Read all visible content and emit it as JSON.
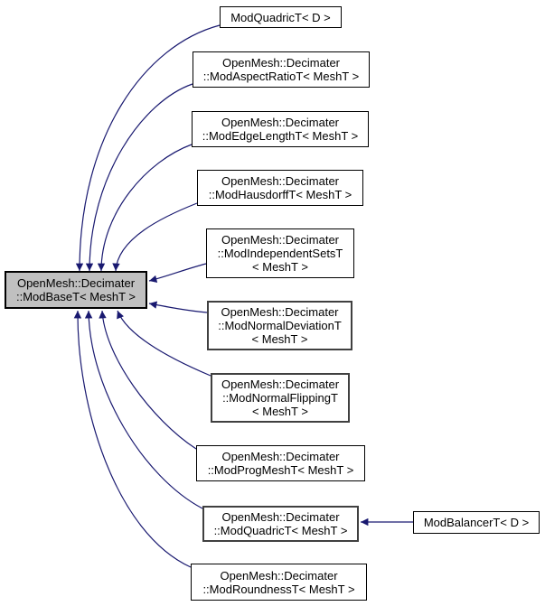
{
  "diagram": {
    "kind": "class-inheritance-graph",
    "colors": {
      "edge": "#191970",
      "node_fill": "#ffffff",
      "base_node_fill": "#c0c0c0",
      "node_border": "#000000",
      "bold_node_border": "#404040"
    },
    "base": {
      "label": "OpenMesh::Decimater\n::ModBaseT< MeshT >"
    },
    "nodes": [
      {
        "id": "mod-quadric-d",
        "label": "ModQuadricT< D >"
      },
      {
        "id": "mod-aspect-ratio",
        "label": "OpenMesh::Decimater\n::ModAspectRatioT< MeshT >"
      },
      {
        "id": "mod-edge-length",
        "label": "OpenMesh::Decimater\n::ModEdgeLengthT< MeshT >"
      },
      {
        "id": "mod-hausdorff",
        "label": "OpenMesh::Decimater\n::ModHausdorffT< MeshT >"
      },
      {
        "id": "mod-independent-sets",
        "label": "OpenMesh::Decimater\n::ModIndependentSetsT\n< MeshT >"
      },
      {
        "id": "mod-normal-deviation",
        "label": "OpenMesh::Decimater\n::ModNormalDeviationT\n< MeshT >"
      },
      {
        "id": "mod-normal-flipping",
        "label": "OpenMesh::Decimater\n::ModNormalFlippingT\n< MeshT >"
      },
      {
        "id": "mod-prog-mesh",
        "label": "OpenMesh::Decimater\n::ModProgMeshT< MeshT >"
      },
      {
        "id": "mod-quadric-mesh",
        "label": "OpenMesh::Decimater\n::ModQuadricT< MeshT >"
      },
      {
        "id": "mod-roundness",
        "label": "OpenMesh::Decimater\n::ModRoundnessT< MeshT >"
      },
      {
        "id": "mod-balancer",
        "label": "ModBalancerT< D >"
      }
    ],
    "edges": [
      {
        "from": "mod-quadric-d",
        "to": "mod-base"
      },
      {
        "from": "mod-aspect-ratio",
        "to": "mod-base"
      },
      {
        "from": "mod-edge-length",
        "to": "mod-base"
      },
      {
        "from": "mod-hausdorff",
        "to": "mod-base"
      },
      {
        "from": "mod-independent-sets",
        "to": "mod-base"
      },
      {
        "from": "mod-normal-deviation",
        "to": "mod-base"
      },
      {
        "from": "mod-normal-flipping",
        "to": "mod-base"
      },
      {
        "from": "mod-prog-mesh",
        "to": "mod-base"
      },
      {
        "from": "mod-quadric-mesh",
        "to": "mod-base"
      },
      {
        "from": "mod-roundness",
        "to": "mod-base"
      },
      {
        "from": "mod-balancer",
        "to": "mod-quadric-mesh"
      }
    ]
  }
}
